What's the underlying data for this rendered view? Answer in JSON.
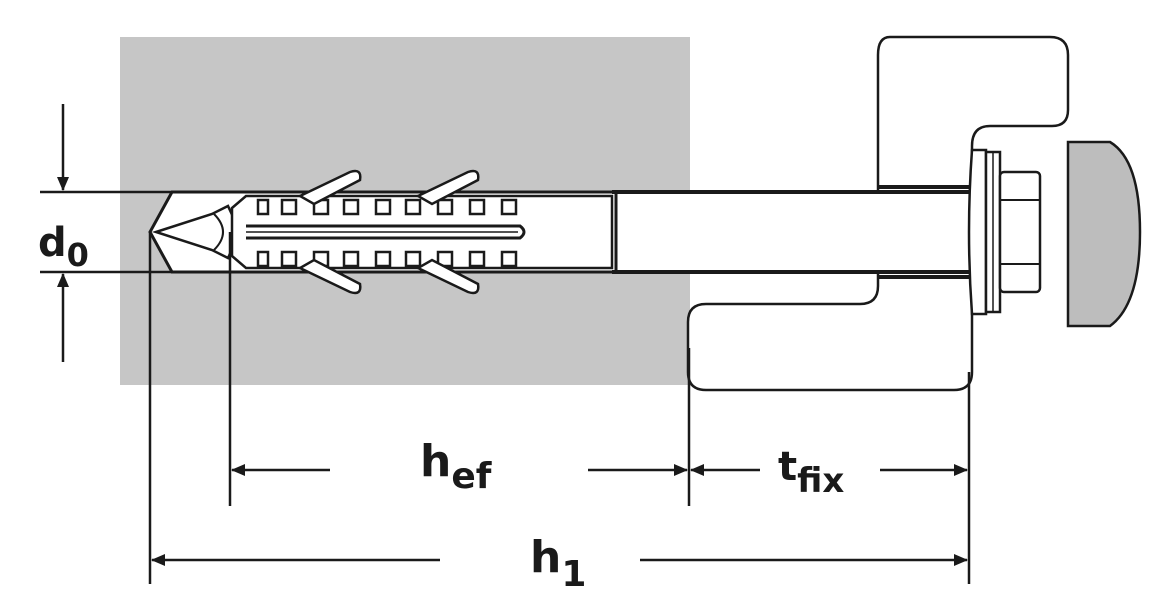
{
  "labels": {
    "d0": {
      "main": "d",
      "sub": "0"
    },
    "hef": {
      "main": "h",
      "sub": "ef"
    },
    "tfix": {
      "main": "t",
      "sub": "fix"
    },
    "h1": {
      "main": "h",
      "sub": "1"
    }
  },
  "colors": {
    "line": "#1a1a1a",
    "substrate": "#c6c6c6",
    "screw_head": "#bdbdbd",
    "fixture_fill": "#ffffff"
  }
}
